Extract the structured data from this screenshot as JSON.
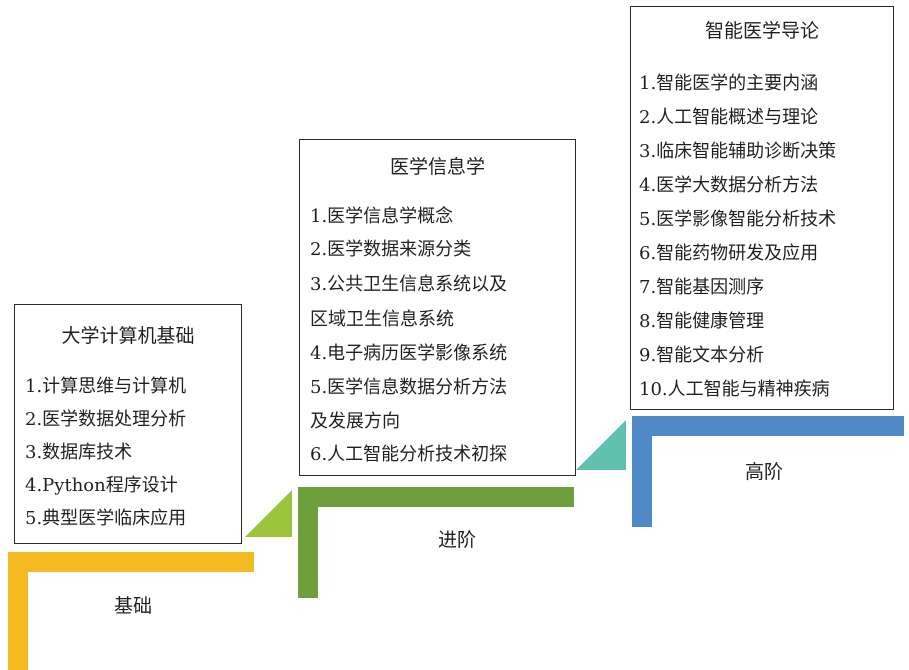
{
  "levels": [
    {
      "label": "基础",
      "color": "#f3bb21",
      "box_title": "大学计算机基础",
      "items": [
        "1.计算思维与计算机",
        "2.医学数据处理分析",
        "3.数据库技术",
        "4.Python程序设计",
        "5.典型医学临床应用"
      ]
    },
    {
      "label": "进阶",
      "color": "#6f9f3c",
      "box_title": "医学信息学",
      "items": [
        "1.医学信息学概念",
        "2.医学数据来源分类",
        "3.公共卫生信息系统以及",
        "区域卫生信息系统",
        "4.电子病历医学影像系统",
        "5.医学信息数据分析方法",
        "及发展方向",
        "6.人工智能分析技术初探"
      ]
    },
    {
      "label": "高阶",
      "color": "#4f89c6",
      "box_title": "智能医学导论",
      "items": [
        "1.智能医学的主要内涵",
        "2.人工智能概述与理论",
        "3.临床智能辅助诊断决策",
        "4.医学大数据分析方法",
        "5.医学影像智能分析技术",
        "6.智能药物研发及应用",
        "7.智能基因测序",
        "8.智能健康管理",
        "9.智能文本分析",
        "10.人工智能与精神疾病"
      ]
    }
  ],
  "connector_colors": [
    "#9ac43c",
    "#5fc0ad"
  ]
}
